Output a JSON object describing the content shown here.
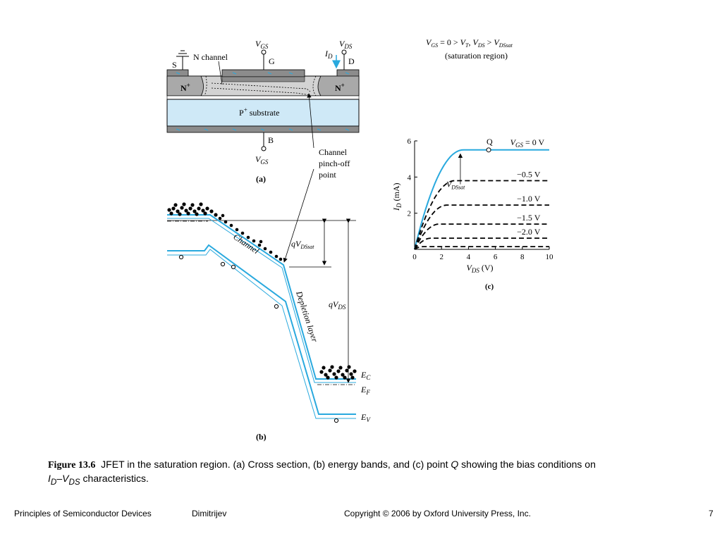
{
  "panel_a": {
    "vgs_label": "GS",
    "g_label": "G",
    "vds_label": "DS",
    "id_label": "D",
    "d_label": "D",
    "s_label": "S",
    "n_channel_label": "N channel",
    "n_plus_left": "N",
    "n_plus_right": "N",
    "substrate_label": "substrate",
    "b_label": "B",
    "vgs_bottom_label": "GS",
    "pinch_line1": "Channel",
    "pinch_line2": "pinch-off",
    "pinch_line3": "point",
    "panel_label": "(a)",
    "colors": {
      "metal": "#8c8c8c",
      "dark": "#6e6e6e",
      "substrate": "#cfe9f7",
      "light_blue": "#29a9de"
    }
  },
  "panel_b": {
    "channel_label": "Channel",
    "depletion_label": "Depletion layer",
    "q_vdssat": "DSsat",
    "q_vds": "DS",
    "ec_label": "C",
    "ef_label": "F",
    "ev_label": "V",
    "panel_label": "(b)"
  },
  "panel_c": {
    "header_line1_a": "GS",
    "header_line1_b": " = 0 > ",
    "header_line1_c": "T",
    "header_line1_d": ", ",
    "header_line1_e": "DS",
    "header_line1_f": " > ",
    "header_line1_g": "DSsat",
    "header_line2": "(saturation region)",
    "q_label": "Q",
    "vdssat_label": "DSsat",
    "panel_label": "(c)"
  },
  "chart_data": {
    "type": "line",
    "xlabel": "V_DS (V)",
    "ylabel": "I_D (mA)",
    "xlim": [
      0,
      10
    ],
    "ylim": [
      0,
      6
    ],
    "x_ticks": [
      0,
      2,
      4,
      6,
      8,
      10
    ],
    "y_ticks": [
      2,
      4,
      6
    ],
    "series": [
      {
        "name": "V_GS = 0 V",
        "saturation_current": 5.5,
        "curve_label": "= 0 V",
        "style": "solid",
        "color": "#29a9de"
      },
      {
        "name": "−0.5 V",
        "saturation_current": 3.8,
        "curve_label": "−0.5 V",
        "style": "dashed",
        "color": "#000000"
      },
      {
        "name": "−1.0 V",
        "saturation_current": 2.45,
        "curve_label": "−1.0 V",
        "style": "dashed",
        "color": "#000000"
      },
      {
        "name": "−1.5 V",
        "saturation_current": 1.4,
        "curve_label": "−1.5 V",
        "style": "dashed",
        "color": "#000000"
      },
      {
        "name": "−2.0 V",
        "saturation_current": 0.62,
        "curve_label": "−2.0 V",
        "style": "dashed",
        "color": "#000000"
      },
      {
        "name": "",
        "saturation_current": 0.15,
        "curve_label": "",
        "style": "dashed",
        "color": "#000000"
      }
    ],
    "q_point": {
      "x": 5.5,
      "y": 5.5
    },
    "vdssat_arrow_x": 3.4
  },
  "caption": {
    "figure_label": "Figure 13.6",
    "text_1": "  JFET in the saturation region. (a) Cross section, (b) energy bands, and (c) point ",
    "q": "Q",
    "text_2": " showing the bias conditions on ",
    "id": "I",
    "id_sub": "D",
    "dash": "–",
    "vds": "V",
    "vds_sub": "DS",
    "text_3": " characteristics."
  },
  "footer": {
    "book": "Principles of Semiconductor Devices",
    "author": "Dimitrijev",
    "copyright": "Copyright © 2006 by Oxford University Press, Inc.",
    "page": "7"
  }
}
